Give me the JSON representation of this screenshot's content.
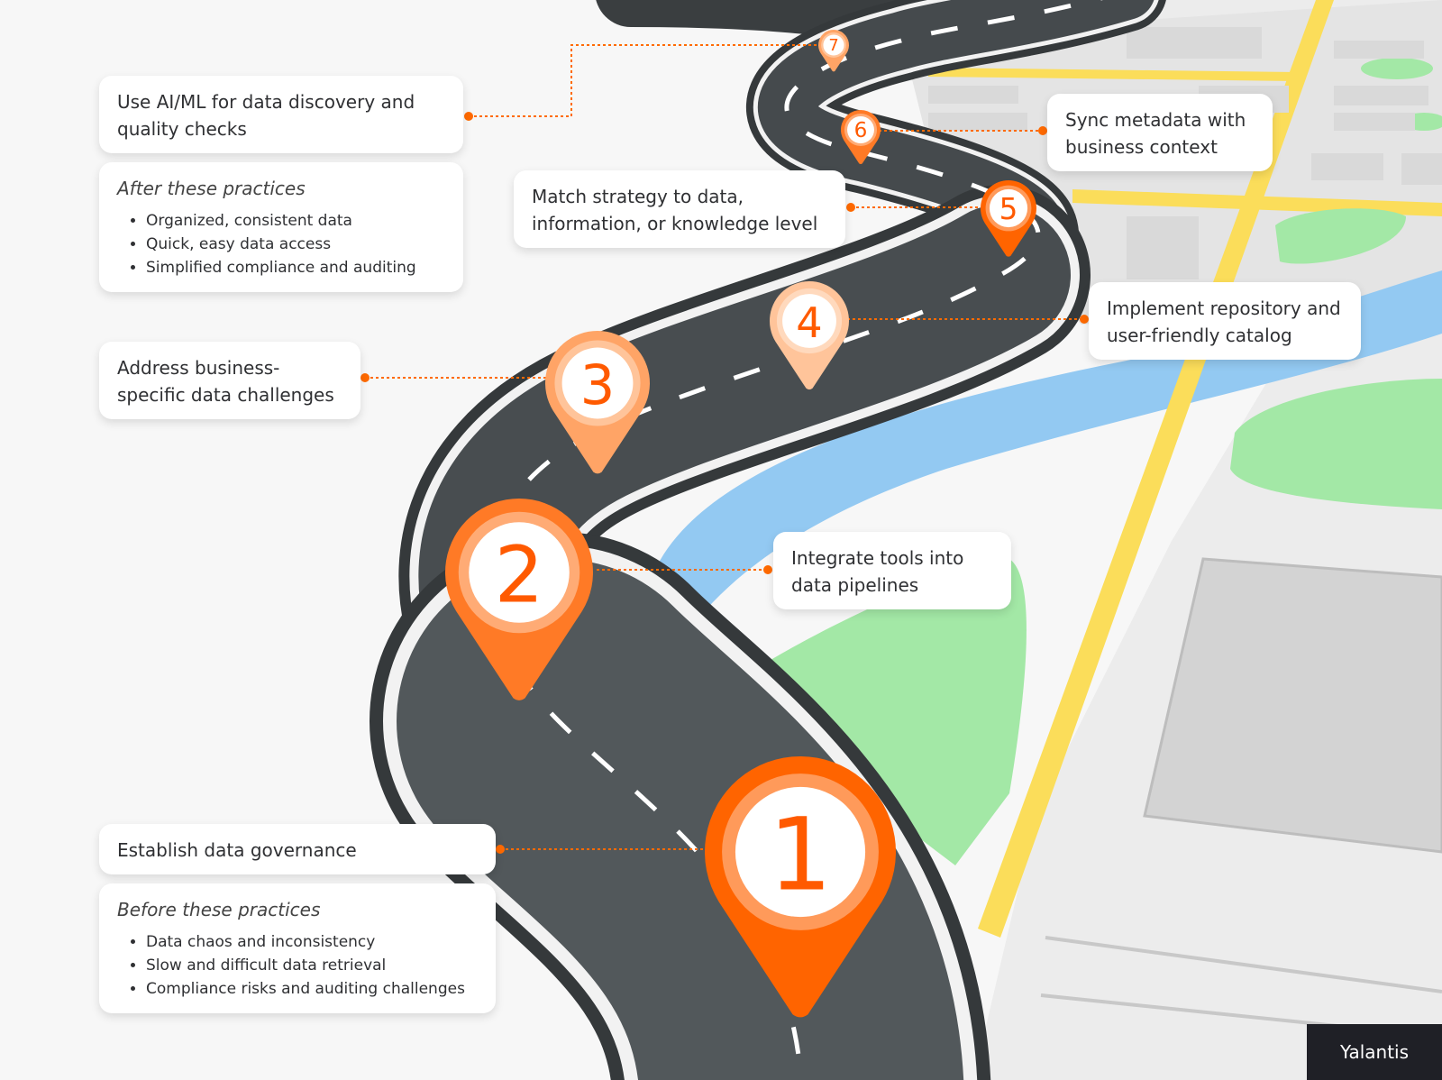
{
  "steps": [
    {
      "number": "1",
      "label": "Establish data governance"
    },
    {
      "number": "2",
      "label": "Integrate tools into data pipelines"
    },
    {
      "number": "3",
      "label": "Address business-specific data challenges"
    },
    {
      "number": "4",
      "label": "Implement repository and user-friendly catalog"
    },
    {
      "number": "5",
      "label": "Match strategy to data, information, or knowledge level"
    },
    {
      "number": "6",
      "label": "Sync metadata with business context"
    },
    {
      "number": "7",
      "label": "Use AI/ML for data discovery and quality checks"
    }
  ],
  "after": {
    "title": "After these practices",
    "items": [
      "Organized, consistent data",
      "Quick, easy data access",
      "Simplified compliance and auditing"
    ]
  },
  "before": {
    "title": "Before these practices",
    "items": [
      "Data chaos and inconsistency",
      "Slow and difficult data retrieval",
      "Compliance risks and auditing challenges"
    ]
  },
  "brand": {
    "name": "Yalantis"
  },
  "colors": {
    "accent": "#ff6a00",
    "road": "#4a4f52",
    "river": "#93c9f2",
    "park": "#a3e8a6",
    "street": "#fbdd5a"
  }
}
